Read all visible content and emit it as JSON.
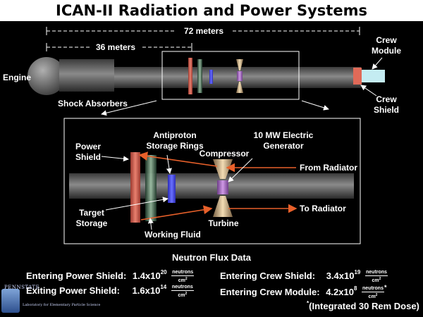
{
  "title": "ICAN-II Radiation and Power Systems",
  "overview": {
    "dim_total": "72 meters",
    "dim_half": "36 meters",
    "engine": "Engine",
    "shock_absorbers": "Shock Absorbers",
    "crew_module": [
      "Crew",
      "Module"
    ],
    "crew_shield": [
      "Crew",
      "Shield"
    ]
  },
  "detail": {
    "power_shield": [
      "Power",
      "Shield"
    ],
    "antiproton": [
      "Antiproton",
      "Storage Rings"
    ],
    "compressor": "Compressor",
    "generator": [
      "10 MW Electric",
      "Generator"
    ],
    "from_radiator": "From Radiator",
    "to_radiator": "To Radiator",
    "target_storage": [
      "Target",
      "Storage"
    ],
    "working_fluid": "Working Fluid",
    "turbine": "Turbine"
  },
  "flux": {
    "heading": "Neutron Flux Data",
    "unit_num": "neutrons",
    "unit_den": "cm",
    "unit_exp": "2",
    "rows": [
      {
        "label": "Entering Power Shield:",
        "mantissa": "1.4x10",
        "exp": "20"
      },
      {
        "label": "Exiting Power Shield:",
        "mantissa": "1.6x10",
        "exp": "14"
      },
      {
        "label": "Entering Crew Shield:",
        "mantissa": "3.4x10",
        "exp": "19"
      },
      {
        "label": "Entering Crew Module:",
        "mantissa": "4.2x10",
        "exp": "8",
        "mark": "*"
      }
    ],
    "footnote_mark": "*",
    "footnote": "(Integrated 30 Rem Dose)"
  },
  "logo": {
    "name": "PENNSTATE",
    "lab": "Laboratory for Elementary Particle Science"
  },
  "colors": {
    "arrow": "#e8602a",
    "shield": "#d9604f",
    "ring": "#4a4df0",
    "generator": "#a46ac0",
    "crew_module": "#bfe6ee"
  }
}
